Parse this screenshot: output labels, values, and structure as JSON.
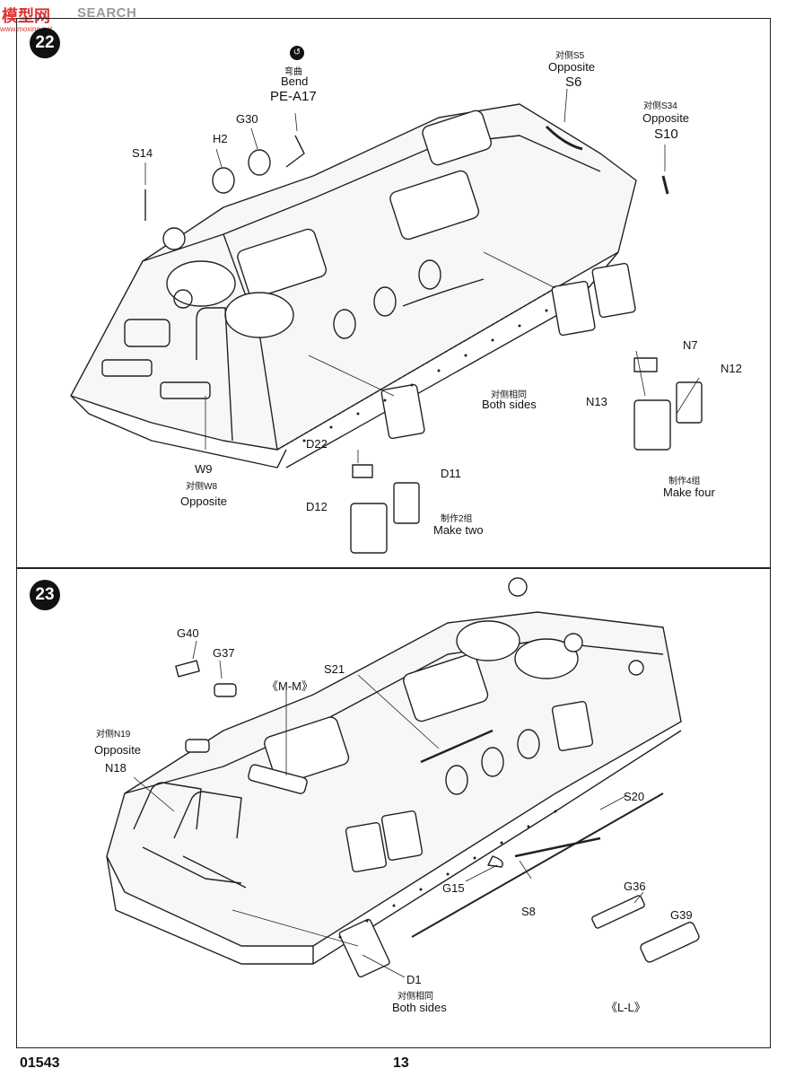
{
  "watermark": {
    "main_left": "模型网",
    "main_right": "SEARCH",
    "sub": "www.moxing.net"
  },
  "step22": {
    "number": "22",
    "labels": {
      "bend_zh": "弯曲",
      "bend": "Bend",
      "pe_a17": "PE-A17",
      "g30": "G30",
      "h2": "H2",
      "s14": "S14",
      "s5_zh": "对侧S5",
      "s5_opp": "Opposite",
      "s6": "S6",
      "s34_zh": "对侧S34",
      "s34_opp": "Opposite",
      "s10": "S10",
      "n7": "N7",
      "n12": "N12",
      "n13": "N13",
      "both_zh": "对侧相同",
      "both": "Both sides",
      "w9": "W9",
      "w8_zh": "对侧W8",
      "w8_opp": "Opposite",
      "d22": "D22",
      "d11": "D11",
      "d12": "D12",
      "two_zh": "制作2组",
      "two": "Make two",
      "four_zh": "制作4组",
      "four": "Make four"
    }
  },
  "step23": {
    "number": "23",
    "labels": {
      "g40": "G40",
      "g37": "G37",
      "mm": "《M-M》",
      "s21": "S21",
      "n19_zh": "对侧N19",
      "n19_opp": "Opposite",
      "n18": "N18",
      "s20": "S20",
      "g15": "G15",
      "s8": "S8",
      "g36": "G36",
      "g39": "G39",
      "d1": "D1",
      "d1_zh": "对侧相同",
      "d1_both": "Both sides",
      "ll": "《L-L》"
    }
  },
  "footer": {
    "code": "01543",
    "page": "13"
  }
}
